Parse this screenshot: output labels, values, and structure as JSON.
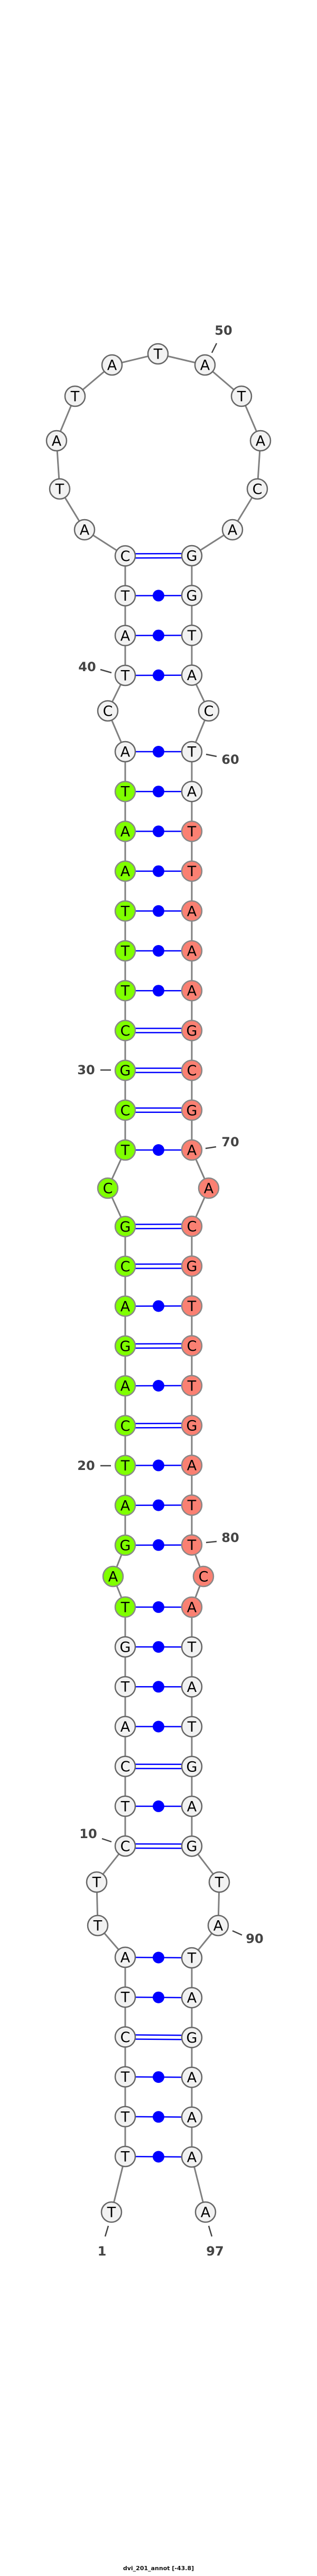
{
  "title": "dvi_201_annot [-43.8]",
  "sequence": [
    "T",
    "T",
    "T",
    "T",
    "C",
    "T",
    "A",
    "T",
    "T",
    "C",
    "T",
    "C",
    "A",
    "T",
    "G",
    "T",
    "A",
    "G",
    "A",
    "T",
    "C",
    "A",
    "G",
    "A",
    "C",
    "G",
    "C",
    "T",
    "C",
    "G",
    "C",
    "T",
    "T",
    "T",
    "A",
    "A",
    "T",
    "A",
    "C",
    "T",
    "A",
    "T",
    "C",
    "A",
    "T",
    "A",
    "T",
    "A",
    "T",
    "A",
    "T",
    "A",
    "C",
    "A",
    "G",
    "G",
    "T",
    "A",
    "C",
    "T",
    "A",
    "T",
    "T",
    "A",
    "A",
    "A",
    "G",
    "C",
    "G",
    "A",
    "A",
    "C",
    "G",
    "T",
    "C",
    "T",
    "G",
    "A",
    "T",
    "T",
    "C",
    "A",
    "T",
    "A",
    "T",
    "G",
    "A",
    "G",
    "T",
    "A",
    "T",
    "A",
    "G",
    "A",
    "A",
    "A",
    "A"
  ],
  "pairs": [
    [
      2,
      96
    ],
    [
      3,
      95
    ],
    [
      4,
      94
    ],
    [
      5,
      93
    ],
    [
      6,
      92
    ],
    [
      7,
      91
    ],
    [
      10,
      88
    ],
    [
      11,
      87
    ],
    [
      12,
      86
    ],
    [
      13,
      85
    ],
    [
      14,
      84
    ],
    [
      15,
      83
    ],
    [
      16,
      82
    ],
    [
      18,
      80
    ],
    [
      19,
      79
    ],
    [
      20,
      78
    ],
    [
      21,
      77
    ],
    [
      22,
      76
    ],
    [
      23,
      75
    ],
    [
      24,
      74
    ],
    [
      25,
      73
    ],
    [
      26,
      72
    ],
    [
      28,
      70
    ],
    [
      29,
      69
    ],
    [
      30,
      68
    ],
    [
      31,
      67
    ],
    [
      32,
      66
    ],
    [
      33,
      65
    ],
    [
      34,
      64
    ],
    [
      35,
      63
    ],
    [
      36,
      62
    ],
    [
      37,
      61
    ],
    [
      38,
      60
    ],
    [
      40,
      58
    ],
    [
      41,
      57
    ],
    [
      42,
      56
    ],
    [
      43,
      55
    ]
  ],
  "highlights": [
    {
      "name": "green-region",
      "from": 16,
      "to": 37,
      "color": "#7fff00"
    },
    {
      "name": "salmon-region",
      "from": 62,
      "to": 82,
      "color": "#fa8072"
    }
  ],
  "colors": {
    "default_fill": "#f2f2f2",
    "pair": "#0000ff",
    "backbone": "#808080",
    "stroke": "#666666"
  },
  "position_labels": [
    "1",
    "10",
    "20",
    "30",
    "40",
    "50",
    "60",
    "70",
    "80",
    "90",
    "97"
  ]
}
